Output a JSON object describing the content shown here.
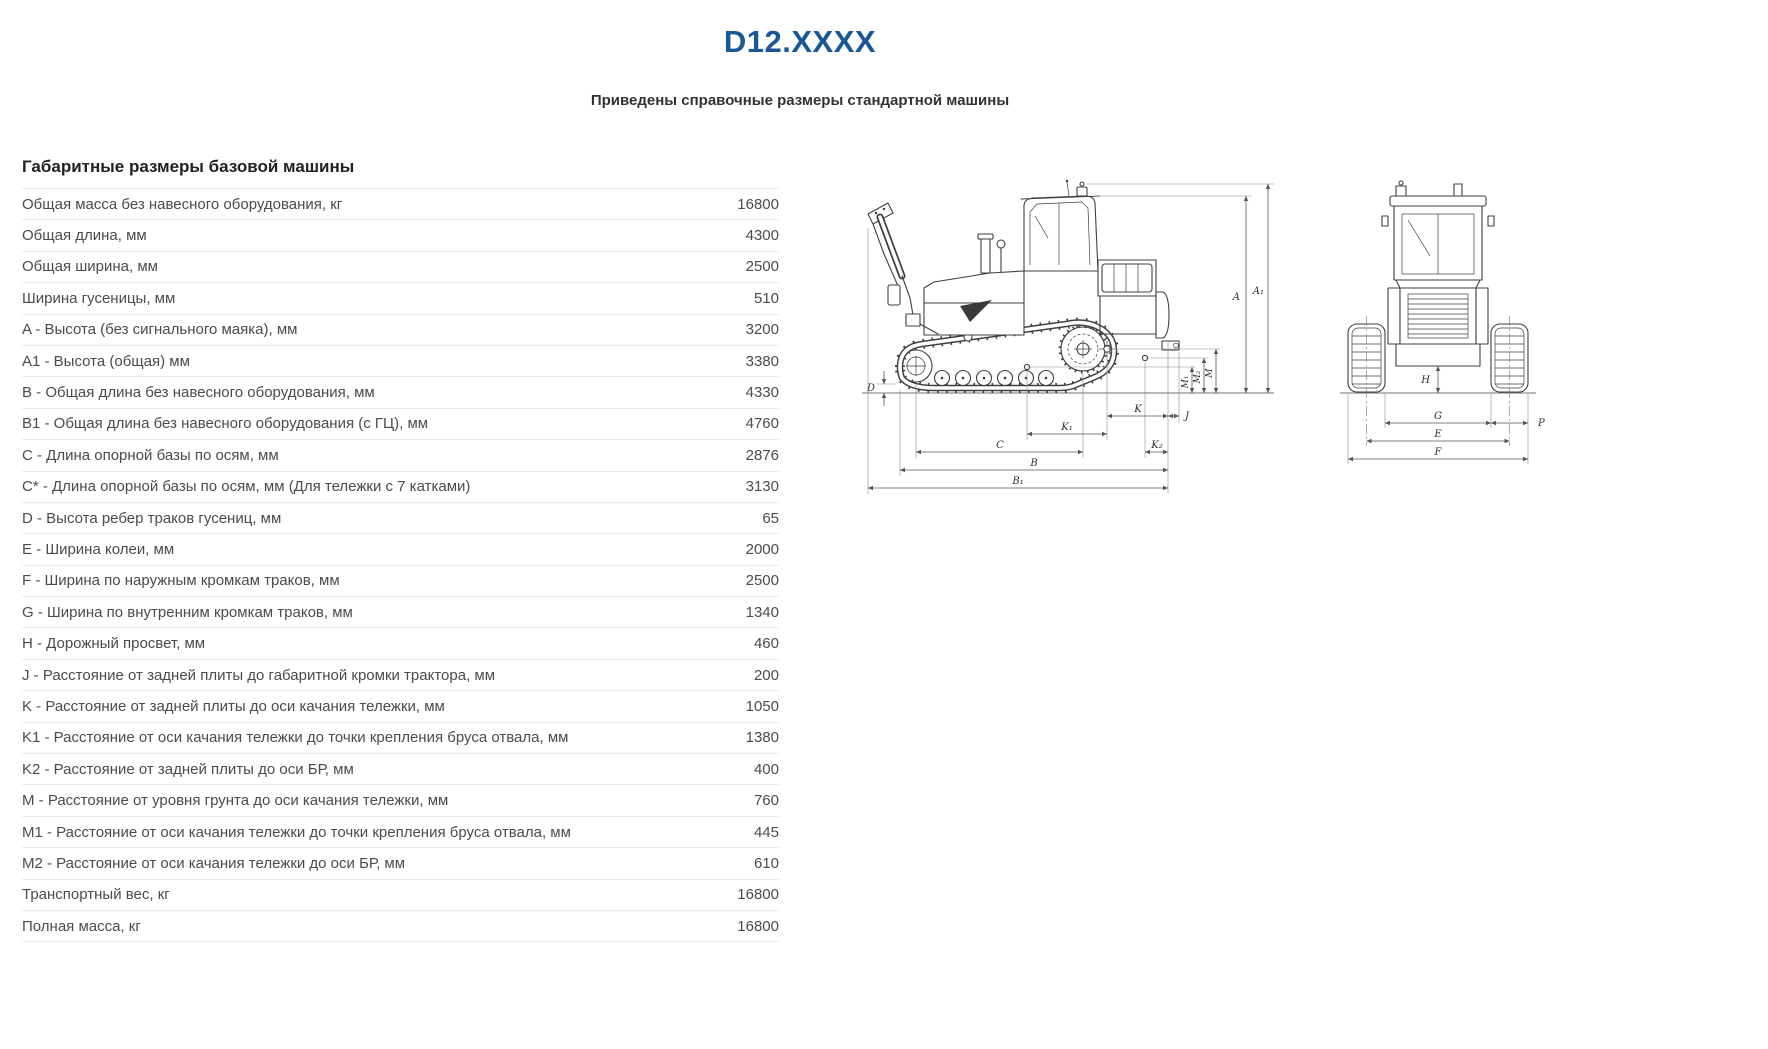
{
  "header": {
    "title": "D12.XXXX",
    "subtitle": "Приведены справочные размеры стандартной машины"
  },
  "specs": {
    "section_title": "Габаритные размеры базовой машины",
    "rows": [
      {
        "label": "Общая масса без навесного оборудования, кг",
        "value": "16800"
      },
      {
        "label": "Общая длина, мм",
        "value": "4300"
      },
      {
        "label": "Общая ширина, мм",
        "value": "2500"
      },
      {
        "label": "Ширина гусеницы, мм",
        "value": "510"
      },
      {
        "label": "A - Высота (без сигнального маяка), мм",
        "value": "3200"
      },
      {
        "label": "A1 - Высота (общая) мм",
        "value": "3380"
      },
      {
        "label": "B - Общая длина без навесного оборудования, мм",
        "value": "4330"
      },
      {
        "label": "B1 - Общая длина без навесного оборудования (с ГЦ), мм",
        "value": "4760"
      },
      {
        "label": "C - Длина опорной базы по осям, мм",
        "value": "2876"
      },
      {
        "label": "C* - Длина опорной базы по осям, мм (Для тележки с 7 катками)",
        "value": "3130"
      },
      {
        "label": "D - Высота ребер траков гусениц, мм",
        "value": "65"
      },
      {
        "label": "E - Ширина колеи, мм",
        "value": "2000"
      },
      {
        "label": "F - Ширина по наружным кромкам траков, мм",
        "value": "2500"
      },
      {
        "label": "G - Ширина по внутренним кромкам траков, мм",
        "value": "1340"
      },
      {
        "label": "H - Дорожный просвет, мм",
        "value": "460"
      },
      {
        "label": "J - Расстояние от задней плиты до габаритной кромки трактора, мм",
        "value": "200"
      },
      {
        "label": "K - Расстояние от задней плиты до оси качания тележки, мм",
        "value": "1050"
      },
      {
        "label": "K1 - Расстояние от оси качания тележки до точки крепления бруса отвала, мм",
        "value": "1380"
      },
      {
        "label": "K2 - Расстояние от задней плиты до оси БР, мм",
        "value": "400"
      },
      {
        "label": "M - Расстояние от уровня грунта до оси качания тележки, мм",
        "value": "760"
      },
      {
        "label": "M1 - Расстояние от оси качания тележки до точки крепления бруса отвала, мм",
        "value": "445"
      },
      {
        "label": "M2 - Расстояние от оси качания тележки до оси БР, мм",
        "value": "610"
      },
      {
        "label": "Транспортный вес, кг",
        "value": "16800"
      },
      {
        "label": "Полная масса, кг",
        "value": "16800"
      }
    ]
  },
  "drawing": {
    "side": {
      "A": "A",
      "A1": "A₁",
      "B": "B",
      "B1": "B₁",
      "C": "C",
      "D": "D",
      "J": "J",
      "K": "K",
      "K1": "K₁",
      "K2": "K₂",
      "M": "M",
      "M1": "M₁",
      "M2": "M₂"
    },
    "front": {
      "E": "E",
      "F": "F",
      "G": "G",
      "H": "H",
      "P": "P"
    }
  }
}
